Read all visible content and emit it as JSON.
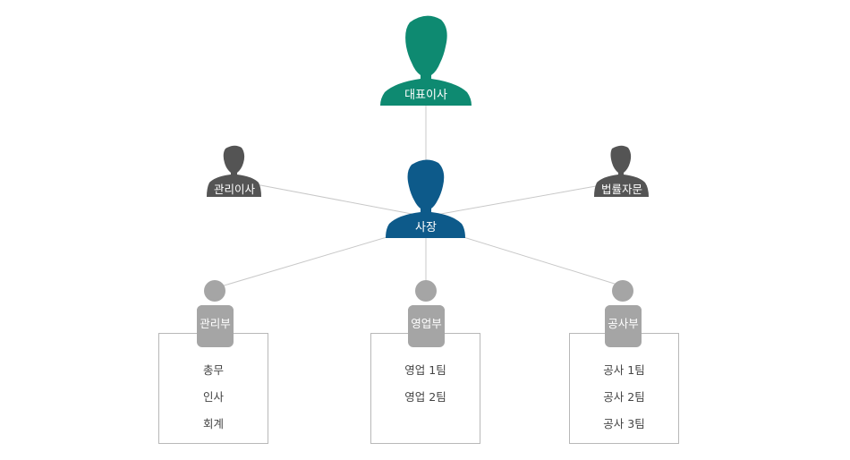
{
  "org": {
    "ceo": {
      "label": "대표이사",
      "color": "#0e8a71",
      "icon": "person-icon"
    },
    "president": {
      "label": "사장",
      "color": "#0d5a8a",
      "icon": "person-icon"
    },
    "advisors": [
      {
        "label": "관리이사",
        "color": "#545454",
        "icon": "person-icon"
      },
      {
        "label": "법률자문",
        "color": "#545454",
        "icon": "person-icon"
      }
    ],
    "departments": [
      {
        "label": "관리부",
        "color": "#a5a5a5",
        "icon": "person-icon",
        "items": [
          "총무",
          "인사",
          "회계"
        ]
      },
      {
        "label": "영업부",
        "color": "#a5a5a5",
        "icon": "person-icon",
        "items": [
          "영업 1팀",
          "영업 2팀"
        ]
      },
      {
        "label": "공사부",
        "color": "#a5a5a5",
        "icon": "person-icon",
        "items": [
          "공사 1팀",
          "공사 2팀",
          "공사 3팀"
        ]
      }
    ],
    "connector_color": "#c8c8c8"
  }
}
